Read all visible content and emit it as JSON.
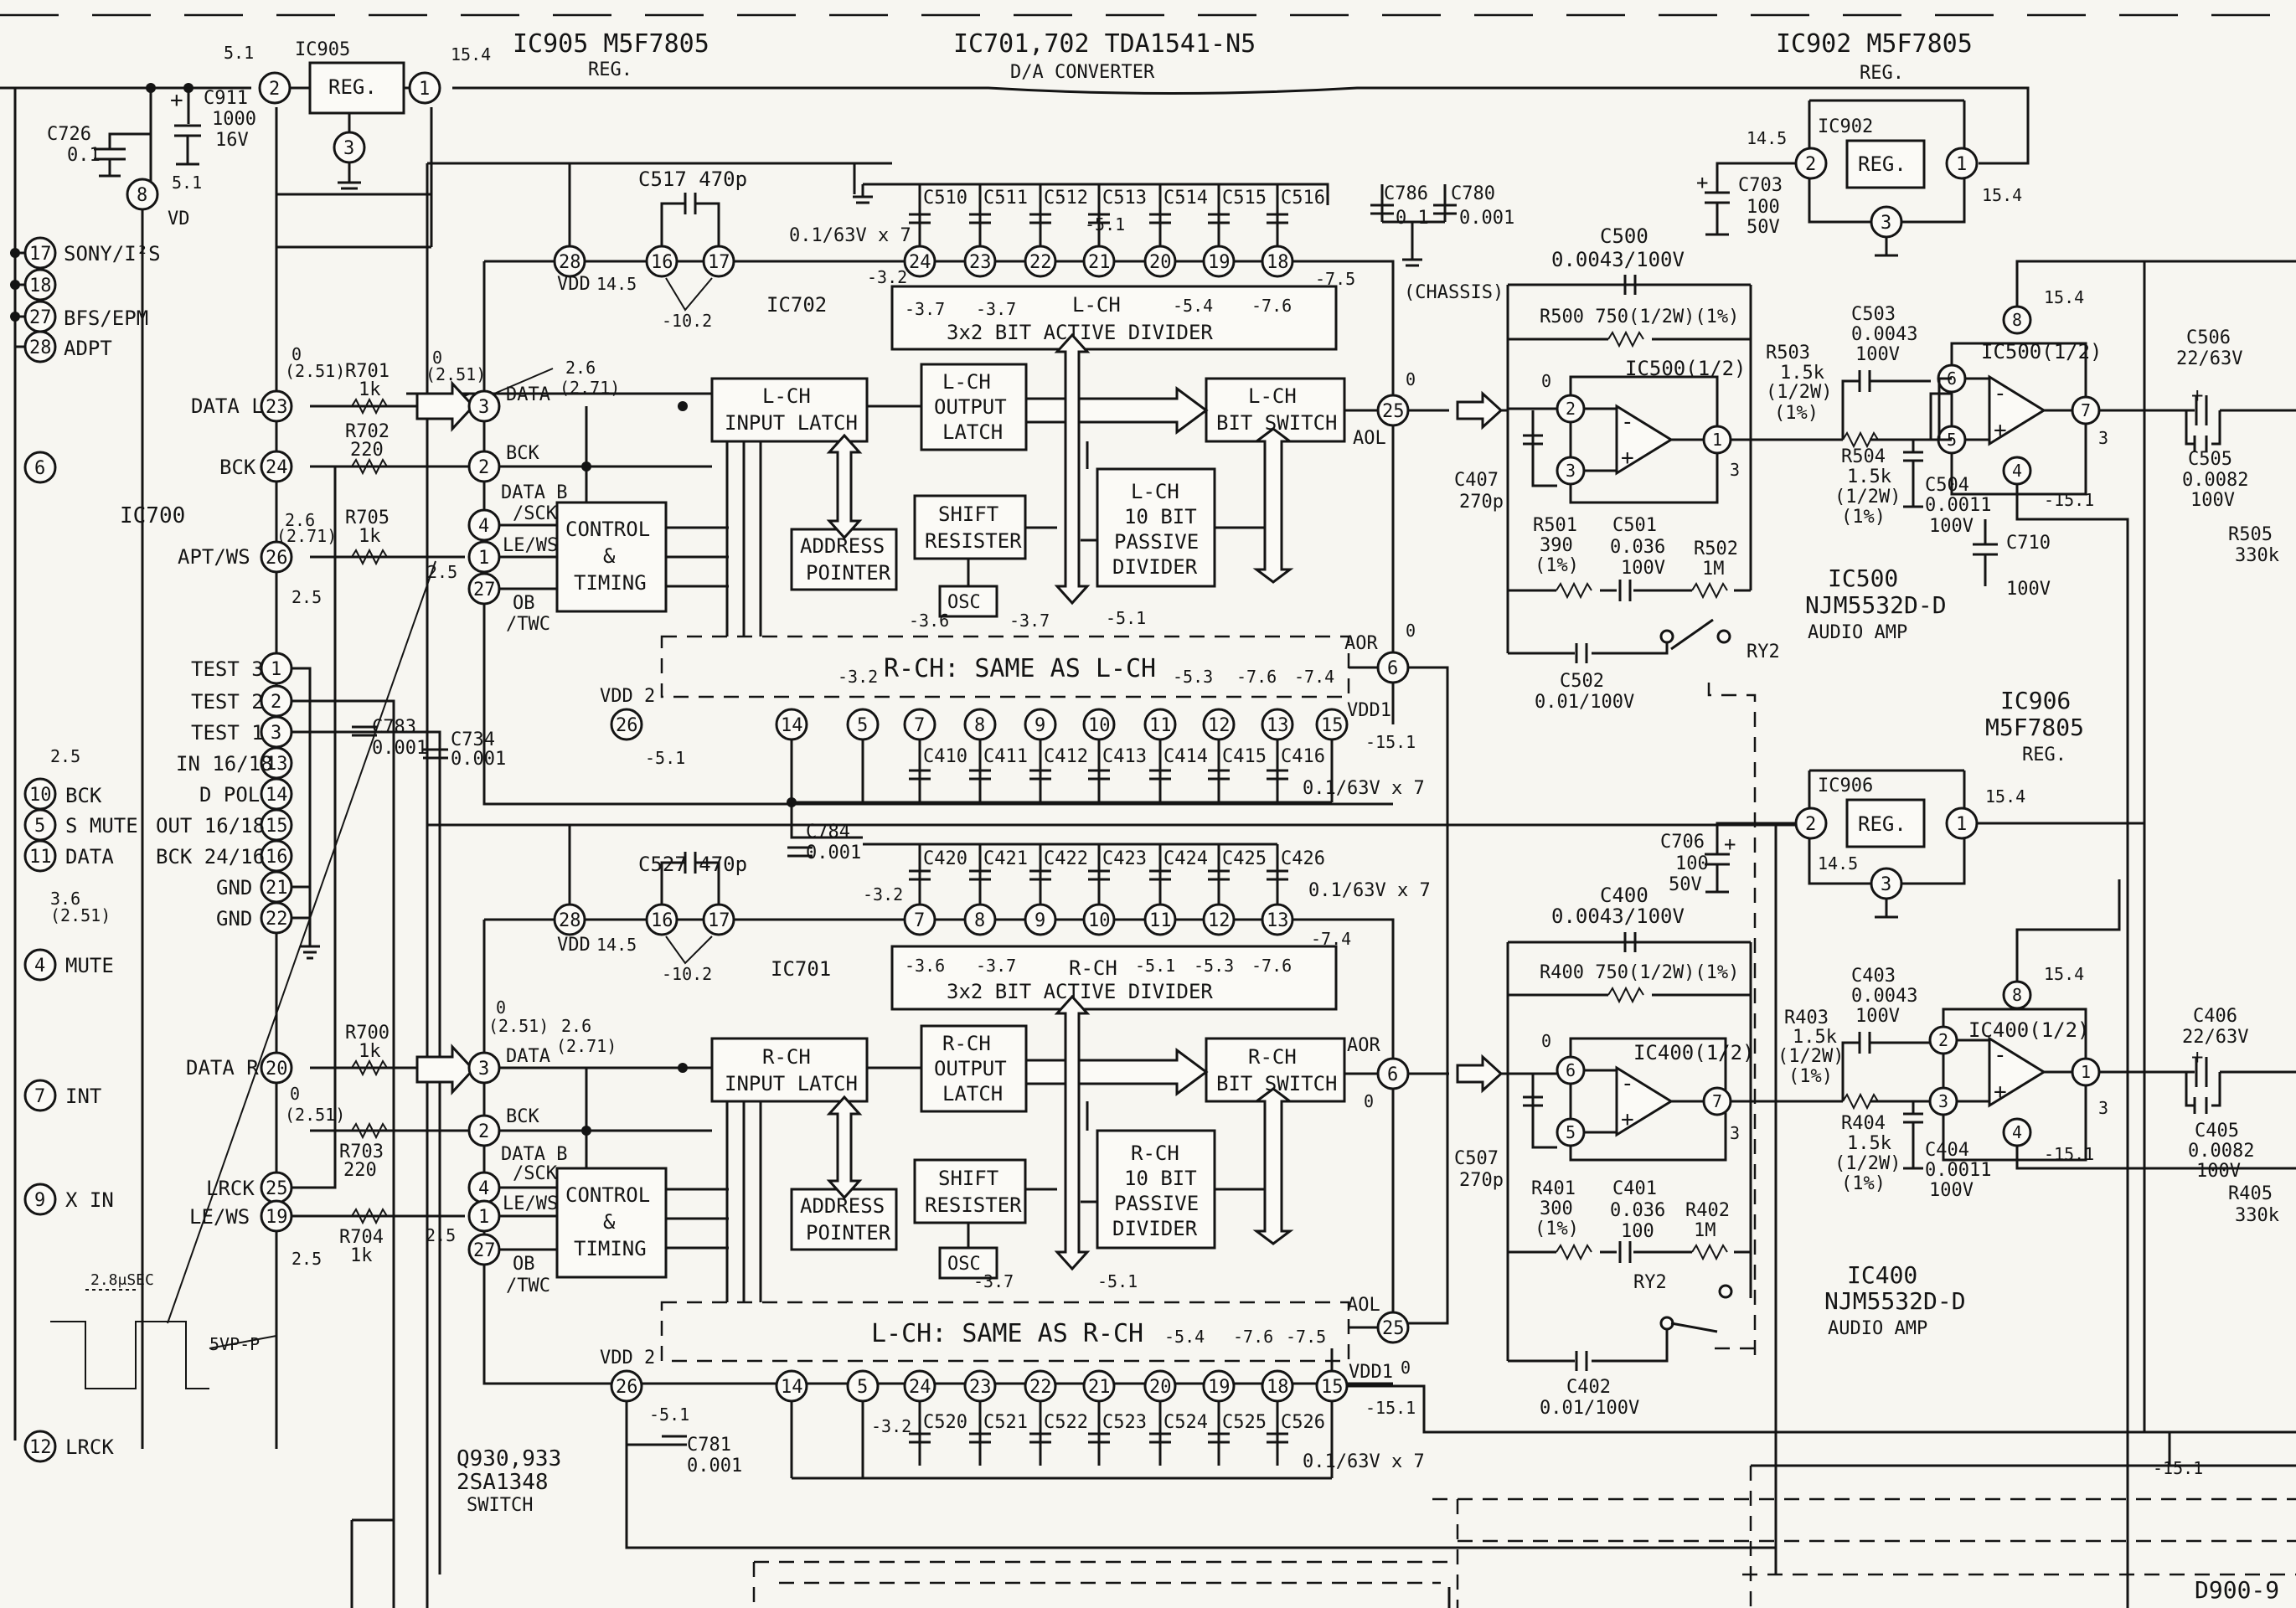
{
  "document_ref": "D900-9",
  "headers": {
    "ic905": "IC905  M5F7805",
    "ic905_sub": "REG.",
    "ic701": "IC701,702  TDA1541-N5",
    "ic701_sub": "D/A CONVERTER",
    "ic902": "IC902  M5F7805",
    "ic902_sub": "REG.",
    "ic906": "IC906",
    "ic906_part": "M5F7805",
    "ic906_sub": "REG."
  },
  "regulators": {
    "reg_label": "REG.",
    "ic905": "IC905",
    "ic902": "IC902",
    "ic906": "IC906"
  },
  "ic700": {
    "label": "IC700",
    "pins": {
      "vd": "VD",
      "sony": "SONY/I²S",
      "bfs": "BFS/EPM",
      "adpt": "ADPT",
      "data_l": "DATA L",
      "bck": "BCK",
      "apt_ws": "APT/WS",
      "test3": "TEST 3",
      "test2": "TEST 2",
      "test1": "TEST 1",
      "in16": "IN 16/18",
      "dpol": "D POL",
      "out16": "OUT 16/18",
      "bck24": "BCK 24/16",
      "gnd1": "GND",
      "gnd2": "GND",
      "data_r": "DATA R",
      "lrck": "LRCK",
      "le_ws": "LE/WS"
    },
    "left_pins": {
      "bck": "BCK",
      "s_mute": "S MUTE",
      "data": "DATA",
      "mute": "MUTE",
      "int": "INT",
      "x_in": "X IN",
      "lrck": "LRCK"
    }
  },
  "ic702": {
    "label": "IC702",
    "blocks": {
      "input_latch": [
        "L-CH",
        "INPUT LATCH"
      ],
      "output_latch": [
        "L-CH",
        "OUTPUT",
        "LATCH"
      ],
      "bit_switch": [
        "L-CH",
        "BIT SWITCH"
      ],
      "active_divider": [
        "L-CH",
        "3x2 BIT ACTIVE DIVIDER"
      ],
      "passive_divider": [
        "L-CH",
        "10 BIT",
        "PASSIVE",
        "DIVIDER"
      ],
      "shift": [
        "SHIFT",
        "RESISTER"
      ],
      "address": [
        "ADDRESS",
        "POINTER"
      ],
      "control": [
        "CONTROL",
        "&",
        "TIMING"
      ],
      "osc": "OSC",
      "other_ch": "R-CH: SAME AS L-CH"
    },
    "pins": {
      "data": "DATA",
      "bck": "BCK",
      "data_b": "DATA B",
      "sck": "/SCK",
      "le_ws": "LE/WS",
      "ob": "OB",
      "twc": "/TWC",
      "aol": "AOL",
      "aor": "AOR",
      "vdd": "VDD",
      "vdd2": "VDD 2",
      "vdd1": "VDD1"
    }
  },
  "ic701": {
    "label": "IC701",
    "blocks": {
      "input_latch": [
        "R-CH",
        "INPUT LATCH"
      ],
      "output_latch": [
        "R-CH",
        "OUTPUT",
        "LATCH"
      ],
      "bit_switch": [
        "R-CH",
        "BIT SWITCH"
      ],
      "active_divider": [
        "R-CH",
        "3x2 BIT ACTIVE DIVIDER"
      ],
      "passive_divider": [
        "R-CH",
        "10 BIT",
        "PASSIVE",
        "DIVIDER"
      ],
      "shift": [
        "SHIFT",
        "RESISTER"
      ],
      "address": [
        "ADDRESS",
        "POINTER"
      ],
      "control": [
        "CONTROL",
        "&",
        "TIMING"
      ],
      "osc": "OSC",
      "other_ch": "L-CH: SAME AS R-CH"
    },
    "pins": {
      "data": "DATA",
      "bck": "BCK",
      "data_b": "DATA B",
      "sck": "/SCK",
      "le_ws": "LE/WS",
      "ob": "OB",
      "twc": "/TWC",
      "aol": "AOL",
      "aor": "AOR",
      "vdd": "VDD",
      "vdd2": "VDD 2",
      "vdd1": "VDD1"
    }
  },
  "components": {
    "c726": [
      "C726",
      "0.1"
    ],
    "c911": [
      "C911",
      "1000",
      "16V"
    ],
    "c517": "C517  470p",
    "c527": "C527  470p",
    "c510_516": [
      "C510",
      "C511",
      "C512",
      "C513",
      "C514",
      "C515",
      "C516"
    ],
    "c786": [
      "C786",
      "0.1"
    ],
    "c780": [
      "C780",
      "0.001"
    ],
    "chassis": "(CHASSIS)",
    "c410_416": [
      "C410",
      "C411",
      "C412",
      "C413",
      "C414",
      "C415",
      "C416"
    ],
    "c420_426": [
      "C420",
      "C421",
      "C422",
      "C423",
      "C424",
      "C425",
      "C426"
    ],
    "c520_526": [
      "C520",
      "C521",
      "C522",
      "C523",
      "C524",
      "C525",
      "C526"
    ],
    "cap_note": "0.1/63V x 7",
    "c783": [
      "C783",
      "0.001"
    ],
    "c734": [
      "C734",
      "0.001"
    ],
    "c784": [
      "C784",
      "0.001"
    ],
    "c781": [
      "C781",
      "0.001"
    ],
    "r701": [
      "R701",
      "1k"
    ],
    "r702": [
      "R702",
      "220"
    ],
    "r705": [
      "R705",
      "1k"
    ],
    "r700": [
      "R700",
      "1k"
    ],
    "r703": [
      "R703",
      "220"
    ],
    "r704": [
      "R704",
      "1k"
    ],
    "c703": [
      "C703",
      "100",
      "50V"
    ],
    "c706": [
      "C706",
      "100",
      "50V"
    ],
    "c500": [
      "C500",
      "0.0043/100V"
    ],
    "r500": "R500   750(1/2W)(1%)",
    "c407": [
      "C407",
      "270p"
    ],
    "r501": [
      "R501",
      "390",
      "(1%)"
    ],
    "c501": [
      "C501",
      "0.036",
      "100V"
    ],
    "r502": [
      "R502",
      "1M"
    ],
    "c502": [
      "C502",
      "0.01/100V"
    ],
    "r503": [
      "R503",
      "1.5k",
      "(1/2W)",
      "(1%)"
    ],
    "c503": [
      "C503",
      "0.0043",
      "100V"
    ],
    "r504": [
      "R504",
      "1.5k",
      "(1/2W)",
      "(1%)"
    ],
    "c504": [
      "C504",
      "0.0011",
      "100V"
    ],
    "c506": [
      "C506",
      "22/63V"
    ],
    "c505": [
      "C505",
      "0.0082",
      "100V"
    ],
    "r505": [
      "R505",
      "330k"
    ],
    "c710": [
      "C710",
      "100V"
    ],
    "c400": [
      "C400",
      "0.0043/100V"
    ],
    "r400": "R400   750(1/2W)(1%)",
    "c507": [
      "C507",
      "270p"
    ],
    "r401": [
      "R401",
      "300",
      "(1%)"
    ],
    "c401": [
      "C401",
      "0.036",
      "100"
    ],
    "r402": [
      "R402",
      "1M"
    ],
    "c402": [
      "C402",
      "0.01/100V"
    ],
    "r403": [
      "R403",
      "1.5k",
      "(1/2W)",
      "(1%)"
    ],
    "c403": [
      "C403",
      "0.0043",
      "100V"
    ],
    "r404": [
      "R404",
      "1.5k",
      "(1/2W)",
      "(1%)"
    ],
    "c404": [
      "C404",
      "0.0011",
      "100V"
    ],
    "c406": [
      "C406",
      "22/63V"
    ],
    "c405": [
      "C405",
      "0.0082",
      "100V"
    ],
    "r405": [
      "R405",
      "330k"
    ]
  },
  "amps": {
    "ic500_half": "IC500(1/2)",
    "ic400_half": "IC400(1/2)",
    "ic500": [
      "IC500",
      "NJM5532D-D",
      "AUDIO AMP"
    ],
    "ic400": [
      "IC400",
      "NJM5532D-D",
      "AUDIO AMP"
    ],
    "relay": "RY2"
  },
  "transistor": [
    "Q930,933",
    "2SA1348",
    "SWITCH"
  ],
  "waveform": {
    "period": "2.8μSEC",
    "amplitude": "5VP-P"
  },
  "voltages": {
    "v51": "5.1",
    "v154": "15.4",
    "v145": "14.5",
    "vm102": "-10.2",
    "vm32": "-3.2",
    "vm37": "-3.7",
    "vm36": "-3.6",
    "vm51": "-5.1",
    "vm53": "-5.3",
    "vm54": "-5.4",
    "vm76": "-7.6",
    "vm74": "-7.4",
    "vm75": "-7.5",
    "vm151": "-15.1",
    "v26": "2.6",
    "v271": "(2.71)",
    "v0": "0",
    "v251": "(2.51)",
    "v25": "2.5",
    "v3": "3",
    "v36": "3.6",
    "v1": "1"
  }
}
